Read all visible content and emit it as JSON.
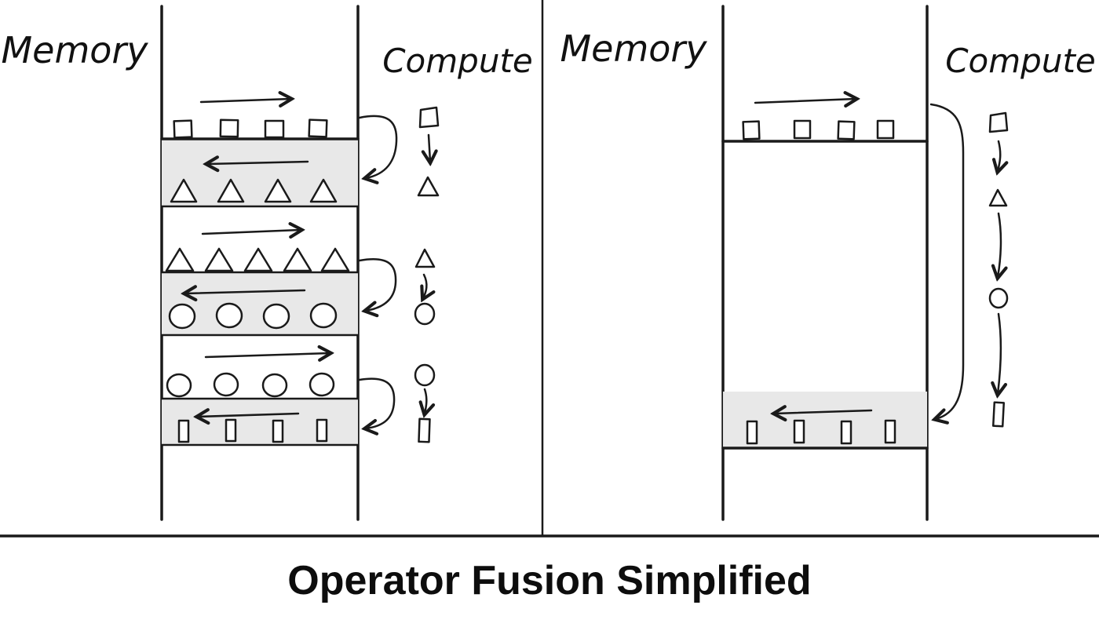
{
  "title": "Operator Fusion Simplified",
  "panels": {
    "unfused": {
      "memory_label": "Memory",
      "compute_label": "Compute",
      "operations": [
        {
          "read": "squares",
          "op": "square-to-triangle",
          "write": "triangles"
        },
        {
          "read": "triangles",
          "op": "triangle-to-circle",
          "write": "circles"
        },
        {
          "read": "circles",
          "op": "circle-to-bar",
          "write": "bars"
        }
      ]
    },
    "fused": {
      "memory_label": "Memory",
      "compute_label": "Compute",
      "operations": [
        {
          "read": "squares",
          "op": "square-to-triangle-to-circle-to-bar",
          "write": "bars"
        }
      ]
    }
  },
  "colors": {
    "ink": "#1a1a1a",
    "band": "#e8e8e8",
    "background": "#ffffff"
  }
}
